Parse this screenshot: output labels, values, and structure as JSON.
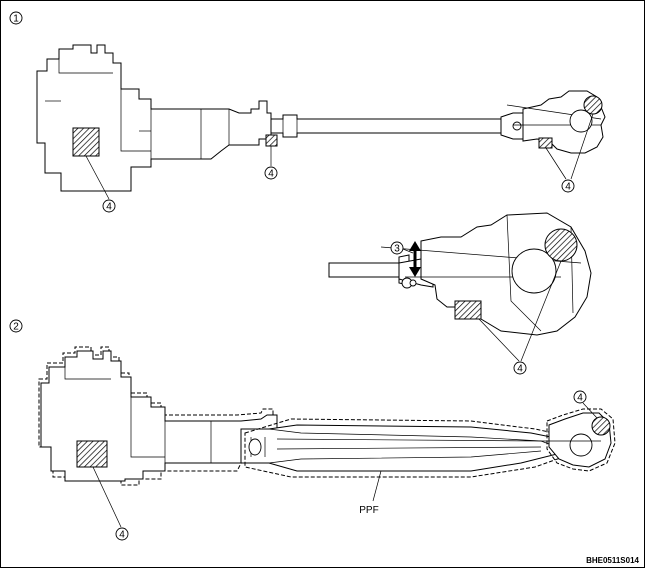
{
  "view_1": {
    "marker": "1"
  },
  "view_2": {
    "marker": "2"
  },
  "labels": {
    "part_4": "4",
    "part_3": "3",
    "ppf": "PPF"
  },
  "figure_code": "BHE0511S014"
}
